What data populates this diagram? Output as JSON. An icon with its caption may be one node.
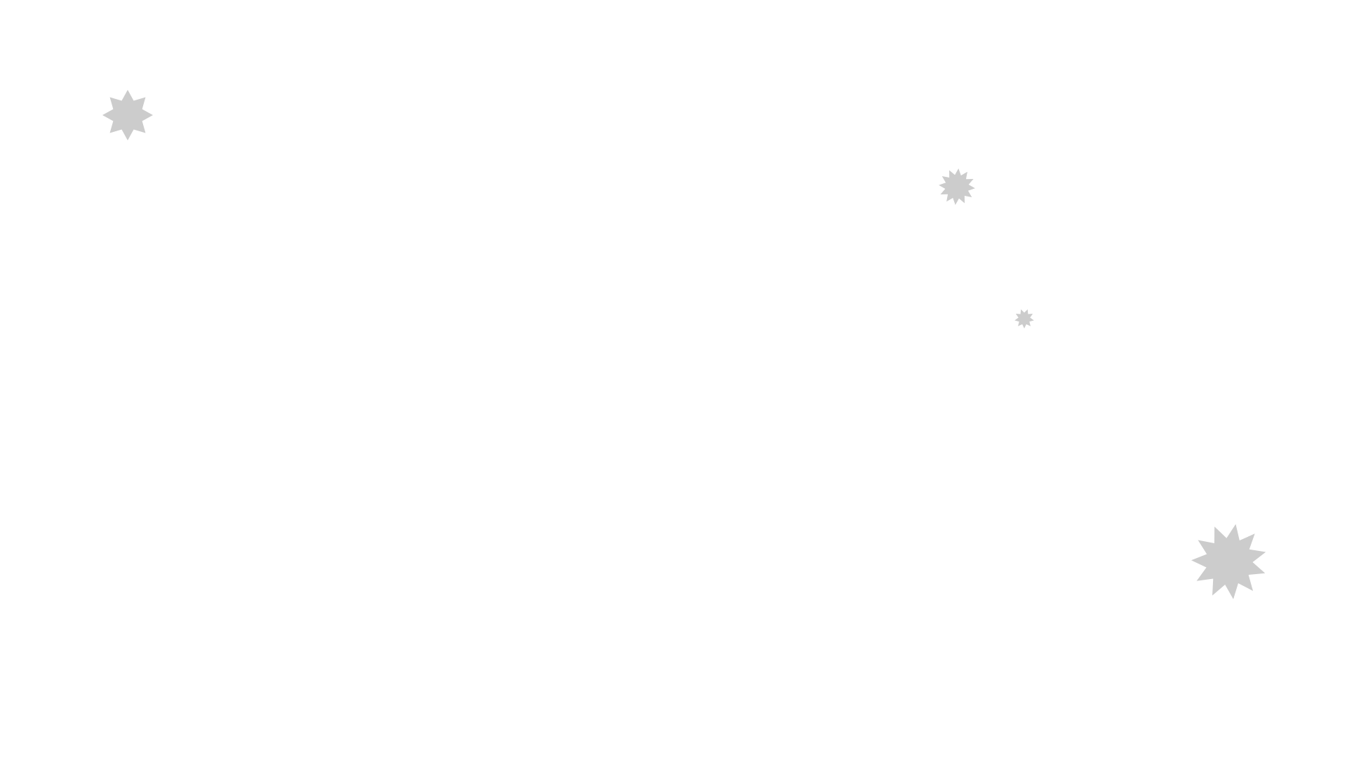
{
  "diagram": {
    "nodes": [
      {
        "text": [],
        "shape": "star"
      },
      {
        "text": [],
        "shape": "star"
      },
      {
        "text": [],
        "shape": "star"
      },
      {
        "text": [],
        "shape": "star"
      }
    ]
  }
}
